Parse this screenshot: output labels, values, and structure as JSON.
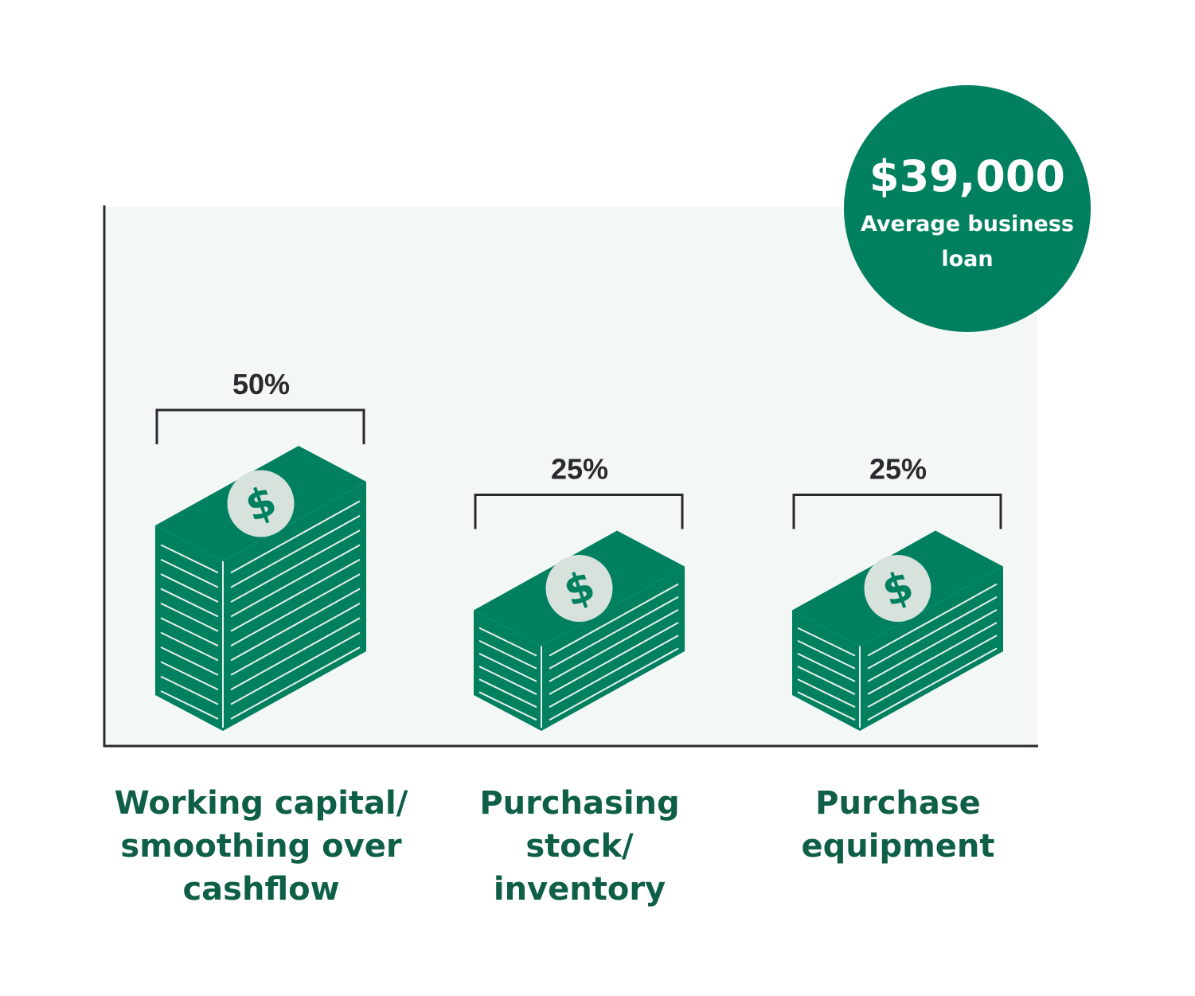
{
  "chart_data": {
    "type": "bar",
    "title": "",
    "categories": [
      "Working capital/ smoothing over cashflow",
      "Purchasing stock/ inventory",
      "Purchase equipment"
    ],
    "category_lines": [
      [
        "Working capital/",
        "smoothing over",
        "cashflow"
      ],
      [
        "Purchasing stock/",
        "inventory"
      ],
      [
        "Purchase",
        "equipment"
      ]
    ],
    "values": [
      50,
      25,
      25
    ],
    "value_labels": [
      "50%",
      "25%",
      "25%"
    ],
    "xlabel": "",
    "ylabel": "",
    "ylim": [
      0,
      100
    ],
    "grid": false,
    "annotation": {
      "value": "$39,000",
      "label_lines": [
        "Average business",
        "loan"
      ]
    }
  },
  "colors": {
    "green": "#00805f",
    "panel": "#f3f7f5",
    "axis": "#2a2a2e",
    "text_green": "#0f5f48",
    "coin": "#d8e2dd"
  }
}
